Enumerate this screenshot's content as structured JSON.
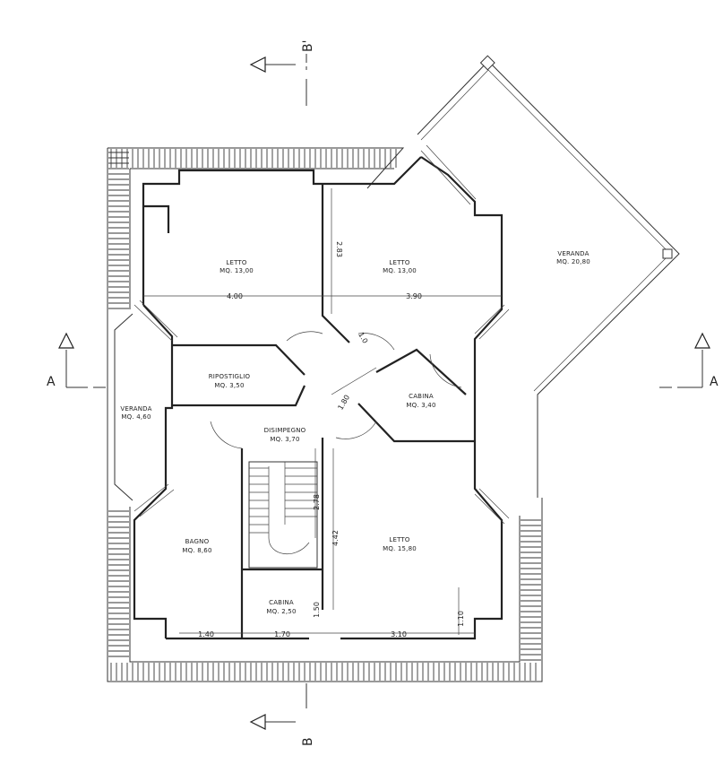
{
  "rooms": {
    "letto_nw": {
      "name": "LETTO",
      "area": "MQ. 13,00"
    },
    "letto_ne": {
      "name": "LETTO",
      "area": "MQ. 13,00"
    },
    "veranda_e": {
      "name": "VERANDA",
      "area": "MQ. 20,80"
    },
    "ripostiglio": {
      "name": "RIPOSTIGLIO",
      "area": "MQ. 3,50"
    },
    "veranda_w": {
      "name": "VERANDA",
      "area": "MQ. 4,60"
    },
    "disimpegno": {
      "name": "DISIMPEGNO",
      "area": "MQ. 3,70"
    },
    "cabina_e": {
      "name": "CABINA",
      "area": "MQ. 3,40"
    },
    "bagno": {
      "name": "BAGNO",
      "area": "MQ. 8,60"
    },
    "letto_s": {
      "name": "LETTO",
      "area": "MQ. 15,80"
    },
    "cabina_s": {
      "name": "CABINA",
      "area": "MQ. 2,50"
    }
  },
  "dimensions": {
    "d_400": "4.00",
    "d_390": "3.90",
    "d_283": "2.83",
    "d_10": "1.0",
    "d_180": "1.80",
    "d_278": "2.78",
    "d_442": "4.42",
    "d_150": "1.50",
    "d_140": "1.40",
    "d_170": "1.70",
    "d_310": "3.10",
    "d_110": "1.10"
  },
  "sections": {
    "b_top": "B'",
    "b_bottom": "B",
    "a_left": "A",
    "a_right": "A"
  }
}
